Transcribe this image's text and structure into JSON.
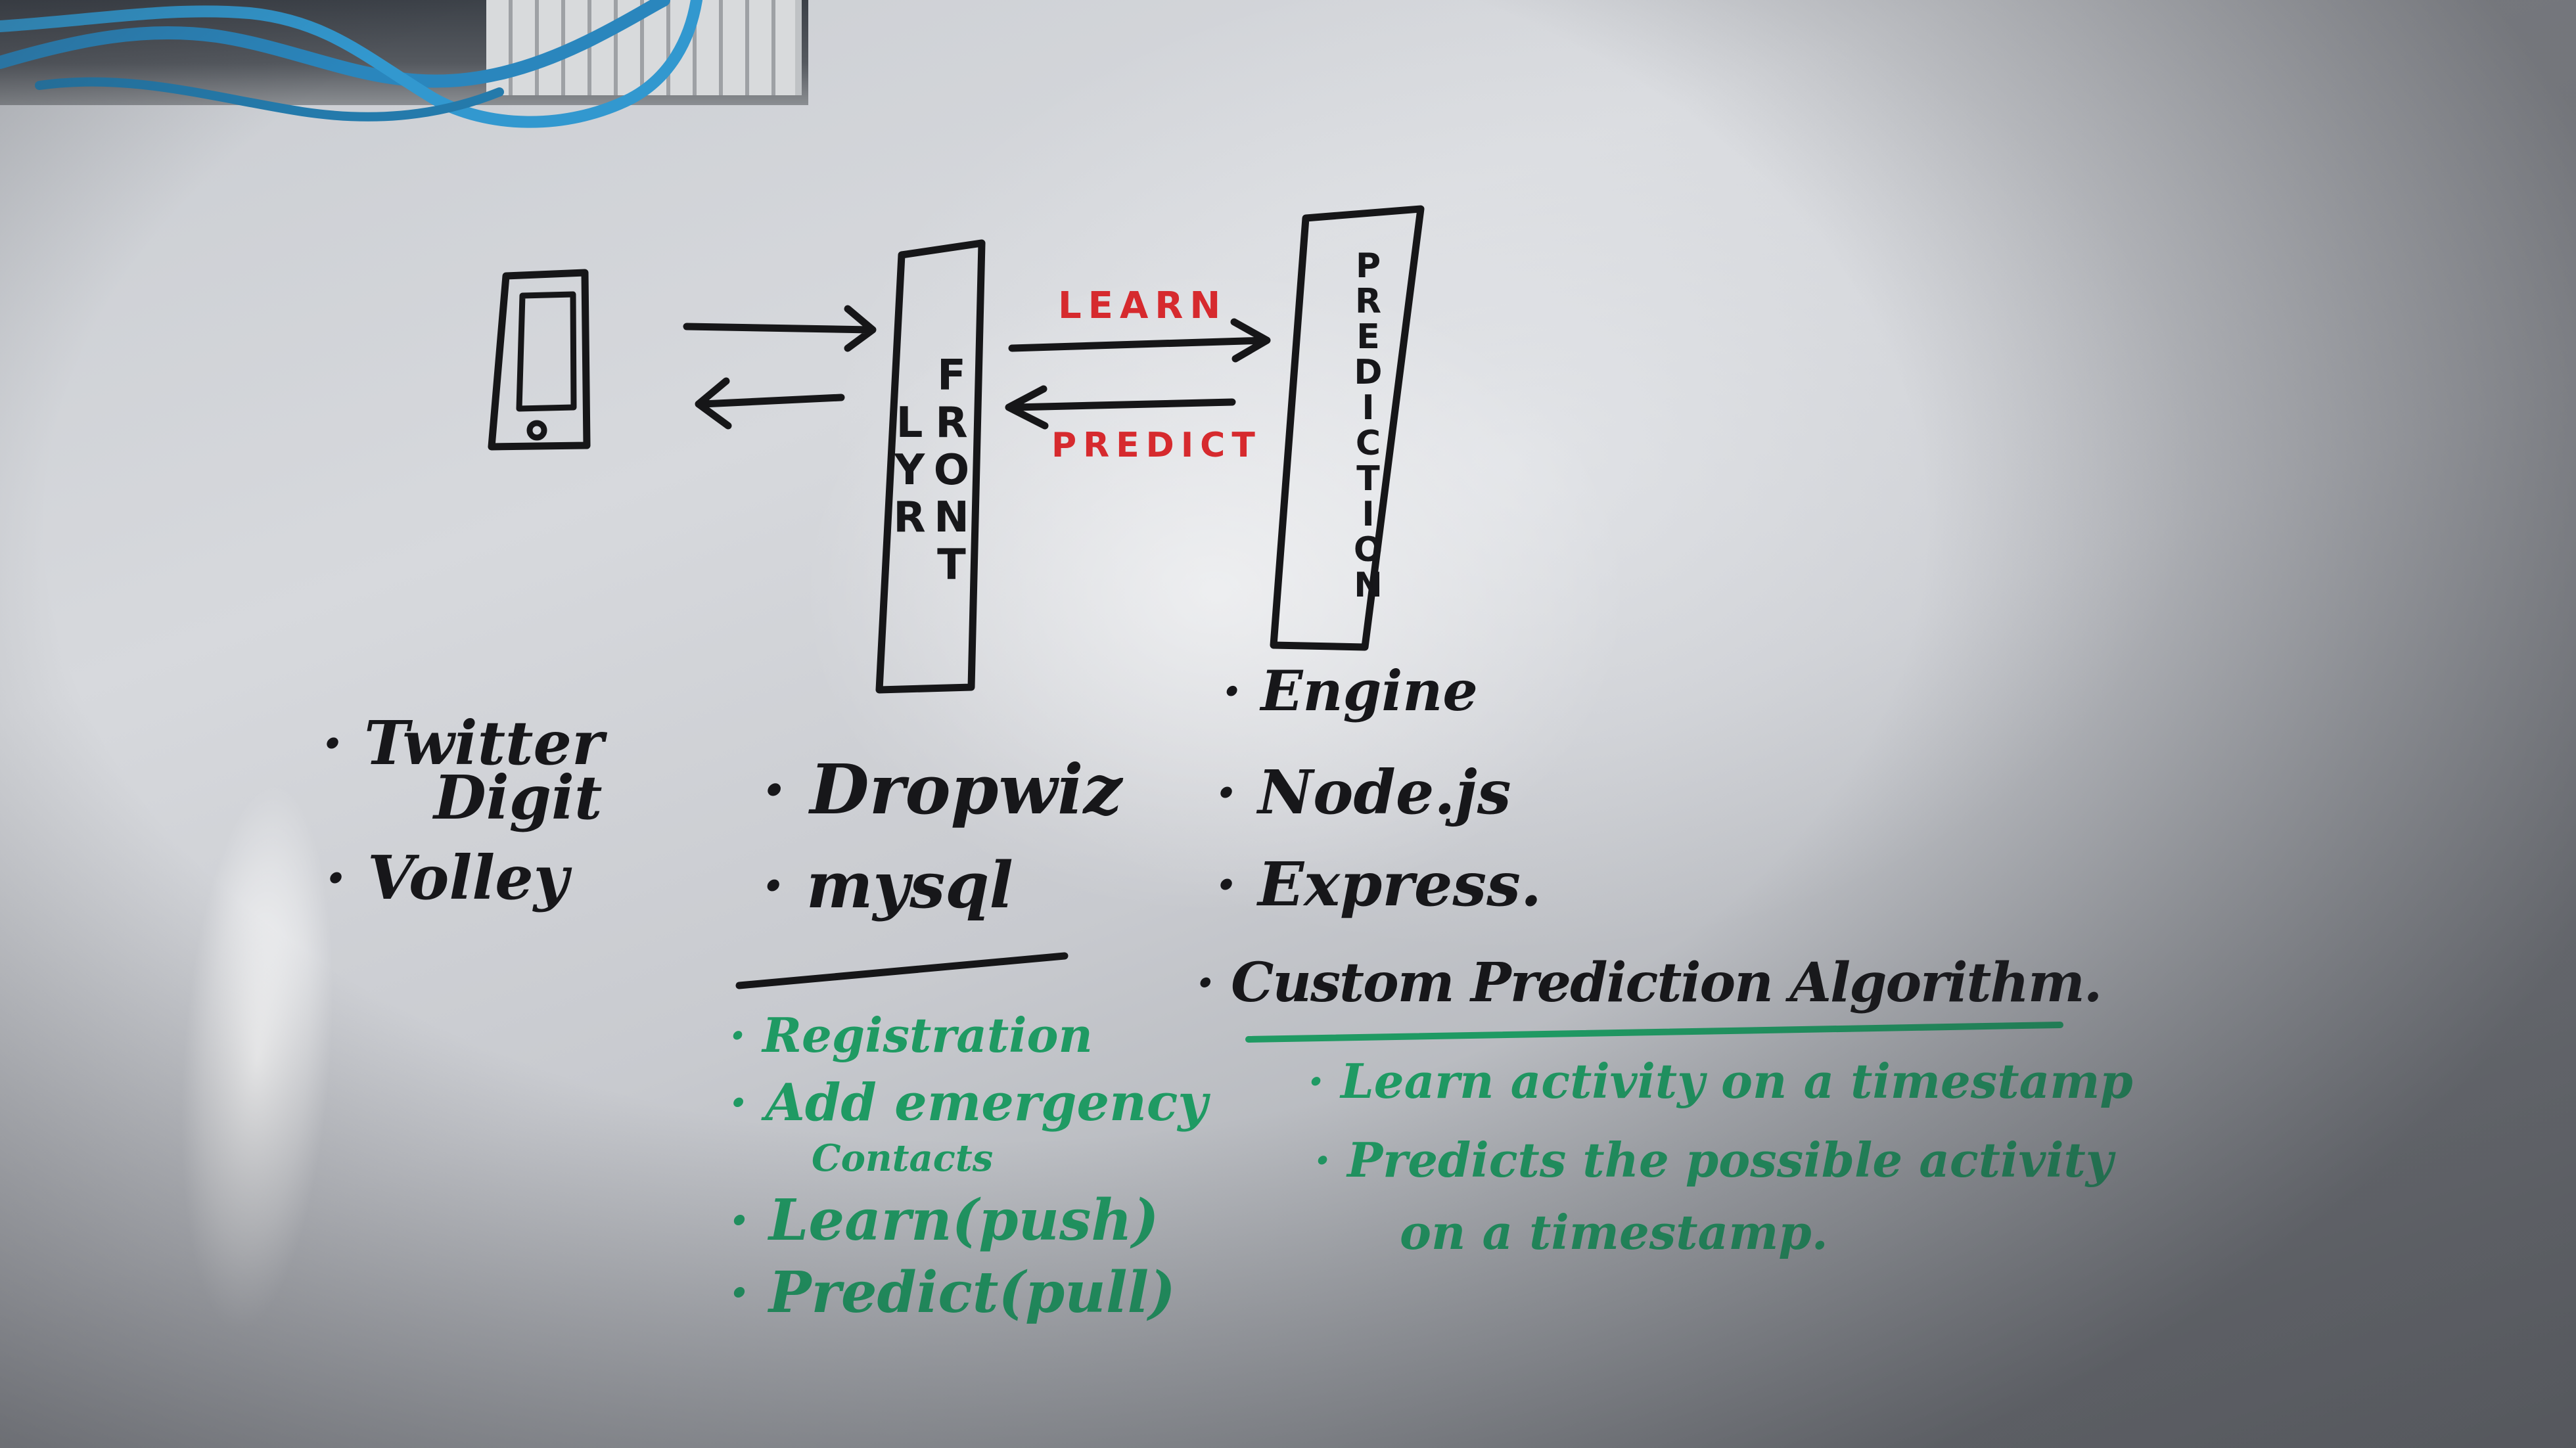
{
  "diagram": {
    "left_box_label": "FRONT LYR",
    "right_box_label": "PREDICTION",
    "arrow_top_label": "LEARN",
    "arrow_bottom_label": "PREDICT"
  },
  "phone_notes": [
    "Twitter",
    "Digit",
    "Volley"
  ],
  "front_notes": [
    "Dropwiz",
    "mysql"
  ],
  "front_features": [
    "Registration",
    "Add emergency",
    "Contacts",
    "Learn(push)",
    "Predict(pull)"
  ],
  "prediction_notes": [
    "Engine",
    "Node.js",
    "Express.",
    "Custom Prediction Algorithm."
  ],
  "algorithm_features": [
    "Learn activity on a timestamp",
    "Predicts the possible activity",
    "on a timestamp."
  ],
  "colors": {
    "black_ink": "#17171a",
    "red_ink": "#d62a2e",
    "green_ink": "#1f9a63",
    "cable": "#2f8fc4"
  }
}
